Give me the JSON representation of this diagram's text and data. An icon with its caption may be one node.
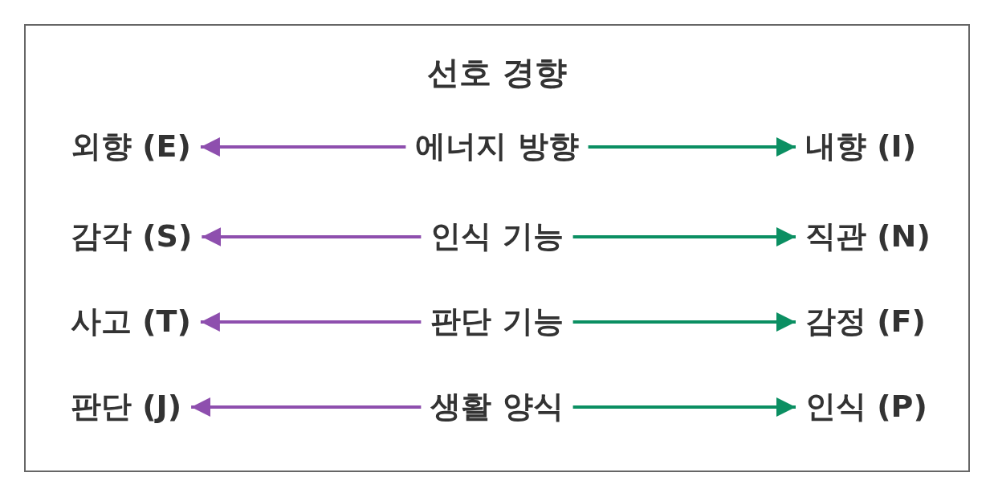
{
  "diagram": {
    "title": "선호 경향",
    "nodes": [
      {
        "text": [
          "외향 (E)"
        ]
      },
      {
        "text": [
          "에너지 방향"
        ]
      },
      {
        "text": [
          "내향 (I)"
        ]
      },
      {
        "text": [
          "감각 (S)"
        ]
      },
      {
        "text": [
          "인식 기능"
        ]
      },
      {
        "text": [
          "직관 (N)"
        ]
      },
      {
        "text": [
          "사고 (T)"
        ]
      },
      {
        "text": [
          "판단 기능"
        ]
      },
      {
        "text": [
          "감정 (F)"
        ]
      },
      {
        "text": [
          "판단 (J)"
        ]
      },
      {
        "text": [
          "생활 양식"
        ]
      },
      {
        "text": [
          "인식 (P)"
        ]
      }
    ],
    "edges": [
      {
        "from": 1,
        "to": 0,
        "arrow": "to",
        "color": "#8e4fae"
      },
      {
        "from": 1,
        "to": 2,
        "arrow": "to",
        "color": "#0b8f62"
      },
      {
        "from": 4,
        "to": 3,
        "arrow": "to",
        "color": "#8e4fae"
      },
      {
        "from": 4,
        "to": 5,
        "arrow": "to",
        "color": "#0b8f62"
      },
      {
        "from": 7,
        "to": 6,
        "arrow": "to",
        "color": "#8e4fae"
      },
      {
        "from": 7,
        "to": 8,
        "arrow": "to",
        "color": "#0b8f62"
      },
      {
        "from": 10,
        "to": 9,
        "arrow": "to",
        "color": "#8e4fae"
      },
      {
        "from": 10,
        "to": 11,
        "arrow": "to",
        "color": "#0b8f62"
      }
    ]
  }
}
